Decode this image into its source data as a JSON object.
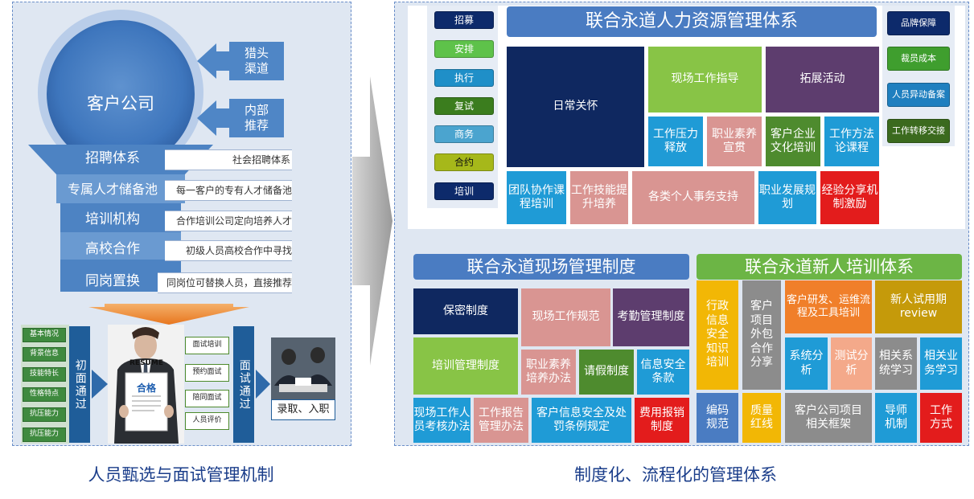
{
  "left": {
    "customer": "客户公司",
    "arrows": [
      {
        "label": "猎头\n渠道"
      },
      {
        "label": "内部\n推荐"
      }
    ],
    "funnel_rows": [
      {
        "name": "招聘体系",
        "desc": "社会招聘体系"
      },
      {
        "name": "专属人才储备池",
        "desc": "每一客户的专有人才储备池"
      },
      {
        "name": "培训机构",
        "desc": "合作培训公司定向培养人才"
      },
      {
        "name": "高校合作",
        "desc": "初级人员高校合作中寻找"
      },
      {
        "name": "同岗置换",
        "desc": "同岗位可替换人员，直接推荐"
      }
    ],
    "criteria": [
      "基本情况",
      "背景信息",
      "技能特长",
      "性格特点",
      "抗压能力",
      "抗压能力"
    ],
    "stage1": "初面通过",
    "resume_title": "RESUME",
    "resume_stamp": "合格",
    "interview_steps": [
      "面试培训",
      "预约面试",
      "陪同面试",
      "人员评价"
    ],
    "stage2": "面试通过",
    "final": "录取、入职",
    "caption": "人员甄选与面试管理机制"
  },
  "right": {
    "caption": "制度化、流程化的管理体系",
    "hr": {
      "title": "联合永道人力资源管理体系",
      "left_pills": [
        {
          "label": "招募",
          "color": "#0d2a6b"
        },
        {
          "label": "安排",
          "color": "#5ec24a"
        },
        {
          "label": "执行",
          "color": "#1f8fc8"
        },
        {
          "label": "复试",
          "color": "#3b7d1e"
        },
        {
          "label": "商务",
          "color": "#4ba4cf"
        },
        {
          "label": "合约",
          "color": "#a6b81a"
        },
        {
          "label": "培训",
          "color": "#0d2a6b"
        }
      ],
      "right_pills": [
        {
          "label": "品牌保障",
          "color": "#0d2a6b"
        },
        {
          "label": "裁员成本",
          "color": "#3f9e2e"
        },
        {
          "label": "人员异动备案",
          "color": "#1f7fbf"
        },
        {
          "label": "工作转移交接",
          "color": "#3b6a1e"
        }
      ],
      "tiles": {
        "daily_care": "日常关怀",
        "onsite_guidance": "现场工作指导",
        "expansion": "拓展活动",
        "stress_relief": "工作压力释放",
        "literacy": "职业素养宣贯",
        "culture_training": "客户企业文化培训",
        "method_course": "工作方法论课程",
        "teamwork": "团队协作课程培训",
        "skill_up": "工作技能提升培养",
        "personal_affairs": "各类个人事务支持",
        "career_plan": "职业发展规划",
        "experience_share": "经验分享机制激励"
      }
    },
    "onsite": {
      "title": "联合永道现场管理制度",
      "tiles": {
        "secrecy": "保密制度",
        "onsite_rules": "现场工作规范",
        "attendance": "考勤管理制度",
        "training_mgmt": "培训管理制度",
        "literacy_method": "职业素养培养办法",
        "leave": "请假制度",
        "infosec": "信息安全条款",
        "assessment": "现场工作人员考核办法",
        "report": "工作报告管理办法",
        "client_infosec": "客户信息安全及处罚条例规定",
        "expense": "费用报销制度"
      }
    },
    "newhire": {
      "title": "联合永道新人培训体系",
      "tiles": {
        "admin_infosec": "行政信息安全知识培训",
        "outsourcing": "客户项目外包合作分享",
        "rd_ops": "客户研发、运维流程及工具培训",
        "review": "新人试用期review",
        "sys_analysis": "系统分析",
        "test_analysis": "测试分析",
        "related_sys": "相关系统学习",
        "related_biz": "相关业务学习",
        "coding": "编码规范",
        "quality": "质量红线",
        "framework": "客户公司项目相关框架",
        "mentor": "导师机制",
        "work_mode": "工作方式"
      }
    }
  }
}
